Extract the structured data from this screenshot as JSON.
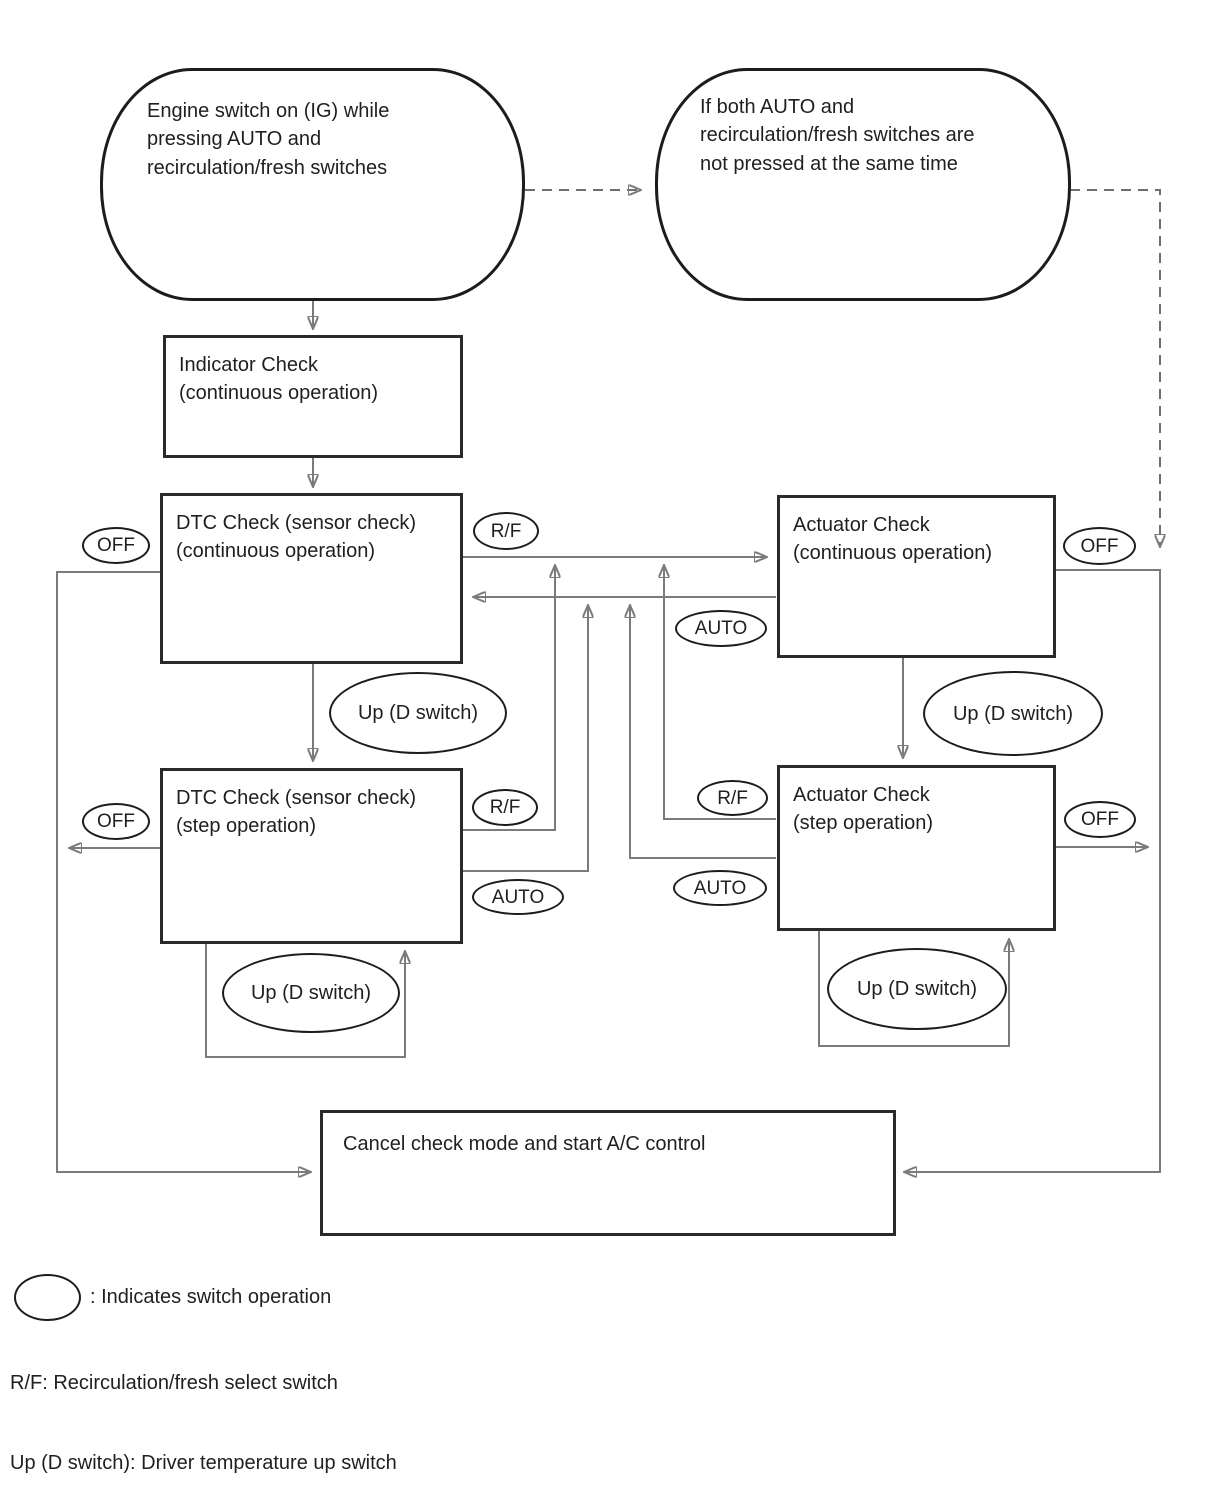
{
  "diagram": {
    "nodes": {
      "start": "Engine switch on (IG) while\npressing AUTO and\nrecirculation/fresh switches",
      "condition": "If both AUTO and\nrecirculation/fresh switches are\nnot pressed at the same time",
      "indicator_check": "Indicator Check\n(continuous operation)",
      "dtc_check_continuous": "DTC Check (sensor check)\n(continuous operation)",
      "dtc_check_step": "DTC Check (sensor check)\n(step operation)",
      "actuator_check_continuous": "Actuator Check\n(continuous operation)",
      "actuator_check_step": "Actuator Check\n(step operation)",
      "cancel": "Cancel check mode and start A/C control"
    },
    "switch_labels": {
      "off": "OFF",
      "rf": "R/F",
      "auto": "AUTO",
      "up_d": "Up (D switch)"
    },
    "legend": {
      "ellipse_meaning": ": Indicates switch operation",
      "rf_meaning": "R/F: Recirculation/fresh select switch",
      "up_d_meaning": "Up (D switch): Driver temperature up switch"
    }
  }
}
